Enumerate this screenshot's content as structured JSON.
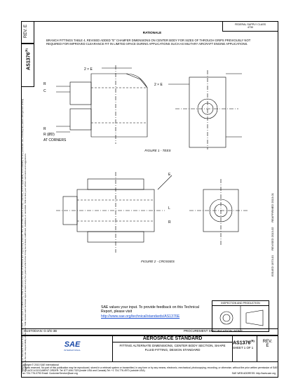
{
  "header": {
    "fsc": "FEDERAL SUPPLY CLASS\n4730",
    "rev_label": "REV.",
    "rev_value": "E",
    "doc_number": "AS1376",
    "doc_suffix": "(R)"
  },
  "rationale": {
    "title": "RATIONALE",
    "body": "BRANCH FITTINGS TABLE 4, REVISED ADDED \"E\" CHAMFER DIMENSIONS ON CENTER BODY FOR SIZES OF THROUGH GRIPS PREVIOUSLY NOT REQUIRED FOR IMPROVED CLEARANCE FIT IN LIMITED SPACE DURING APPLICATIONS SUCH AS MILITARY AIRCRAFT ENGINE APPLICATIONS."
  },
  "figures": {
    "fig1_caption": "FIGURE 1 - TEES",
    "fig2_caption": "FIGURE 2 - CROSSES",
    "fig1_labels": {
      "two_e_top": "2 × E",
      "r_left": "R",
      "c_left": "C",
      "two_e_mid": "2 × E",
      "r_bottom": "R",
      "two_r_corners": "R (ØD)",
      "at_corners": "AT CORNERS"
    },
    "fig2_labels": {
      "e": "E",
      "l": "L",
      "r": "R"
    }
  },
  "side_text": {
    "copyright": "SAE Technical Standards Board Rules provide that: \"This report is published by SAE to advance the state of technical and engineering sciences. The use of this report is entirely voluntary, and its applicability and suitability for any particular use, including any patent infringement arising therefrom, is the sole responsibility of the user.\"",
    "reaffirm": "SAE reviews each technical report at least every five years at which time it may be revised, reaffirmed, stabilized, or cancelled. SAE invites your written comments and suggestions."
  },
  "right_strip": {
    "reaffirmed": "REAFFIRMED 2013-01",
    "revised": "REVISED 2013-02",
    "issued": "ISSUED 1973-01"
  },
  "inspection": {
    "label": "INSPECTION AND PRODUCTION"
  },
  "feedback": {
    "text": "SAE values your input. To provide feedback on this Technical Report, please visit",
    "link": "http://www.sae.org/technical/standards/AS1376E"
  },
  "footer": {
    "custodian": "CUSTODIAN: G-3/G-3B",
    "procurement": "PROCUREMENT SPECIFICATION: NONE",
    "standard_title": "AEROSPACE STANDARD",
    "description": "FITTING ALTERNATE DIMENSIONS, CENTER BODY SECTION, SHAPE FLUID FITTING, DESIGN STANDARD",
    "doc_number": "AS1376",
    "doc_suffix": "(R)",
    "sheet": "SHEET 1 OF 1",
    "rev_label": "REV.",
    "rev_value": "E",
    "logo_text": "SAE",
    "logo_sub": "INTERNATIONAL",
    "copyright": "Copyright © 2013 SAE International",
    "legal": "All rights reserved. No part of this publication may be reproduced, stored in a retrieval system or transmitted, in any form or by any means, electronic, mechanical, photocopying, recording, or otherwise, without the prior written permission of SAE.",
    "order_line": "TO PLACE A DOCUMENT ORDER:   Tel: 877-606-7323 (inside USA and Canada)     Tel: +1 724-776-4970 (outside USA)",
    "fax_line": "Fax: 724-776-0790     Email: CustomerService@sae.org",
    "web_line": "SAE WEB ADDRESS: http://www.sae.org"
  }
}
